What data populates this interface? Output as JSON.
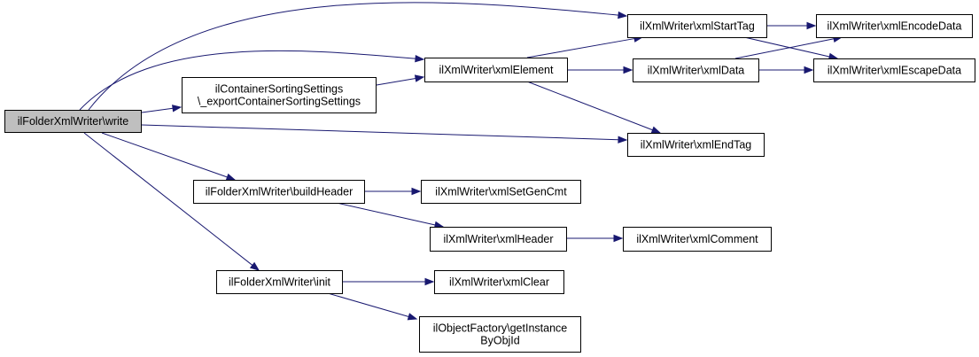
{
  "colors": {
    "edge": "#191970",
    "node_fill": "#ffffff",
    "root_fill": "#bfbfbf",
    "border": "#000000"
  },
  "nodes": [
    {
      "id": "write",
      "lines": [
        "ilFolderXmlWriter\\write"
      ]
    },
    {
      "id": "exportSort",
      "lines": [
        "ilContainerSortingSettings",
        "\\_exportContainerSortingSettings"
      ]
    },
    {
      "id": "buildHeader",
      "lines": [
        "ilFolderXmlWriter\\buildHeader"
      ]
    },
    {
      "id": "init",
      "lines": [
        "ilFolderXmlWriter\\init"
      ]
    },
    {
      "id": "xmlElement",
      "lines": [
        "ilXmlWriter\\xmlElement"
      ]
    },
    {
      "id": "xmlStartTag",
      "lines": [
        "ilXmlWriter\\xmlStartTag"
      ]
    },
    {
      "id": "xmlData",
      "lines": [
        "ilXmlWriter\\xmlData"
      ]
    },
    {
      "id": "xmlEndTag",
      "lines": [
        "ilXmlWriter\\xmlEndTag"
      ]
    },
    {
      "id": "xmlSetGenCmt",
      "lines": [
        "ilXmlWriter\\xmlSetGenCmt"
      ]
    },
    {
      "id": "xmlHeader",
      "lines": [
        "ilXmlWriter\\xmlHeader"
      ]
    },
    {
      "id": "xmlClear",
      "lines": [
        "ilXmlWriter\\xmlClear"
      ]
    },
    {
      "id": "getInstance",
      "lines": [
        "ilObjectFactory\\getInstance",
        "ByObjId"
      ]
    },
    {
      "id": "xmlEncodeData",
      "lines": [
        "ilXmlWriter\\xmlEncodeData"
      ]
    },
    {
      "id": "xmlEscapeData",
      "lines": [
        "ilXmlWriter\\xmlEscapeData"
      ]
    },
    {
      "id": "xmlComment",
      "lines": [
        "ilXmlWriter\\xmlComment"
      ]
    }
  ],
  "edges": [
    {
      "from": "write",
      "to": "xmlStartTag"
    },
    {
      "from": "write",
      "to": "xmlElement"
    },
    {
      "from": "write",
      "to": "exportSort"
    },
    {
      "from": "write",
      "to": "xmlEndTag"
    },
    {
      "from": "write",
      "to": "buildHeader"
    },
    {
      "from": "write",
      "to": "init"
    },
    {
      "from": "exportSort",
      "to": "xmlElement"
    },
    {
      "from": "xmlElement",
      "to": "xmlStartTag"
    },
    {
      "from": "xmlElement",
      "to": "xmlData"
    },
    {
      "from": "xmlElement",
      "to": "xmlEndTag"
    },
    {
      "from": "xmlStartTag",
      "to": "xmlEncodeData"
    },
    {
      "from": "xmlStartTag",
      "to": "xmlEscapeData"
    },
    {
      "from": "xmlData",
      "to": "xmlEncodeData"
    },
    {
      "from": "xmlData",
      "to": "xmlEscapeData"
    },
    {
      "from": "buildHeader",
      "to": "xmlSetGenCmt"
    },
    {
      "from": "buildHeader",
      "to": "xmlHeader"
    },
    {
      "from": "xmlHeader",
      "to": "xmlComment"
    },
    {
      "from": "init",
      "to": "xmlClear"
    },
    {
      "from": "init",
      "to": "getInstance"
    }
  ]
}
